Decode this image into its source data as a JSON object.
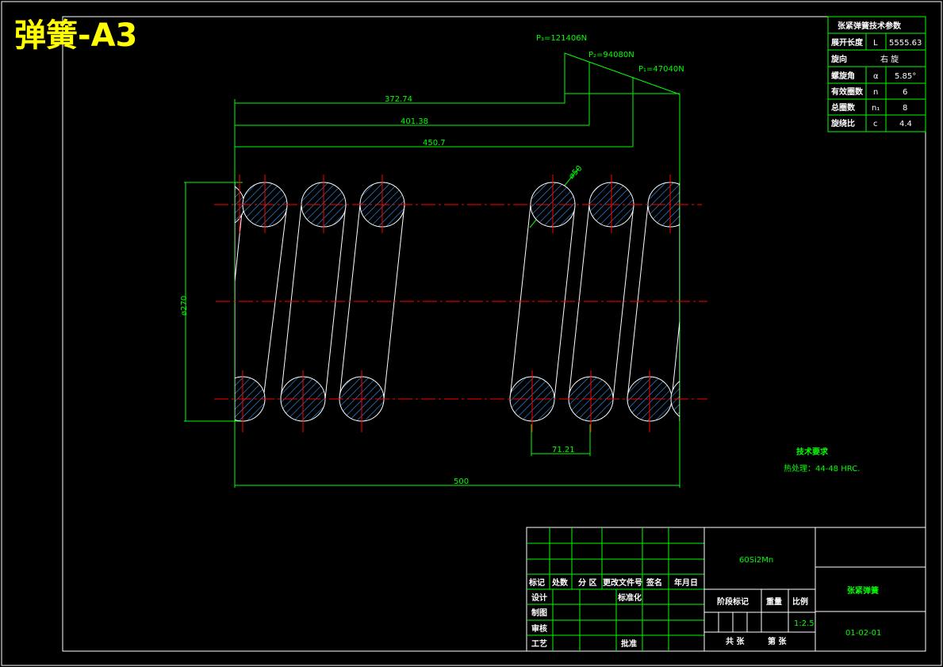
{
  "drawing_title": "弹簧-A3",
  "forces": {
    "p3": "P₃=121406N",
    "p2": "P₂=94080N",
    "p1": "P₁=47040N"
  },
  "dimensions": {
    "d1": "372.74",
    "d2": "401.38",
    "d3": "450.7",
    "diameter": "ø270",
    "wire": "ø50",
    "pitch": "71.21",
    "length": "500"
  },
  "tech_requirements": {
    "heading": "技术要求",
    "line": "热处理：44-48 HRC."
  },
  "param_table": {
    "title": "张紧弹簧技术参数",
    "rows": [
      {
        "label": "展开长度",
        "symbol": "L",
        "value": "5555.63"
      },
      {
        "label": "旋向",
        "symbol": "",
        "value": "右 旋"
      },
      {
        "label": "螺旋角",
        "symbol": "α",
        "value": "5.85°"
      },
      {
        "label": "有效圈数",
        "symbol": "n",
        "value": "6"
      },
      {
        "label": "总圈数",
        "symbol": "n₁",
        "value": "8"
      },
      {
        "label": "旋绕比",
        "symbol": "c",
        "value": "4.4"
      }
    ]
  },
  "title_block": {
    "material": "60Si2Mn",
    "part_name": "张紧弹簧",
    "drawing_no": "01-02-01",
    "scale": "1:2.5",
    "header_cols": [
      "标记",
      "处数",
      "分 区",
      "更改文件号",
      "签名",
      "年月日"
    ],
    "design": "设计",
    "standard": "标准化",
    "drafting": "制图",
    "review": "审核",
    "process": "工艺",
    "approve": "批准",
    "stage": "阶段标记",
    "weight": "重量",
    "ratio": "比例",
    "sheets_total": "共   张",
    "sheet_no": "第   张"
  }
}
